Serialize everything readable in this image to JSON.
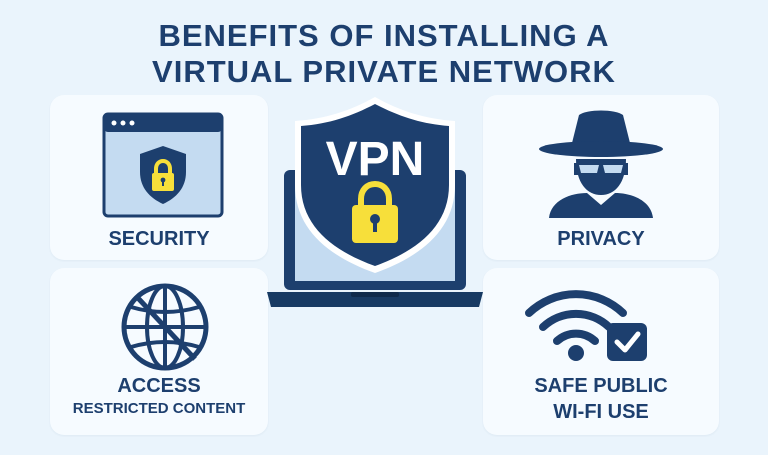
{
  "title": {
    "line1": "Benefits of Installing a",
    "line2": "Virtual Private Network"
  },
  "center": {
    "shield_text": "VPN",
    "icons": [
      "laptop-icon",
      "shield-icon",
      "padlock-icon"
    ]
  },
  "cards": {
    "security": {
      "label": "Security",
      "icon": "browser-shield-lock-icon"
    },
    "privacy": {
      "label": "Privacy",
      "icon": "incognito-spy-icon"
    },
    "access": {
      "label_line1": "Access",
      "label_line2": "Restricted Content",
      "icon": "globe-icon"
    },
    "wifi": {
      "label_line1": "Safe Public",
      "label_line2": "Wi-Fi Use",
      "icon": "wifi-check-icon"
    }
  },
  "colors": {
    "navy": "#1d3f6e",
    "navy_dark": "#173a63",
    "lock_yellow": "#f7df3a",
    "background": "#eaf4fc",
    "card": "#f6fbff",
    "screen_light": "#c4dbf1"
  }
}
